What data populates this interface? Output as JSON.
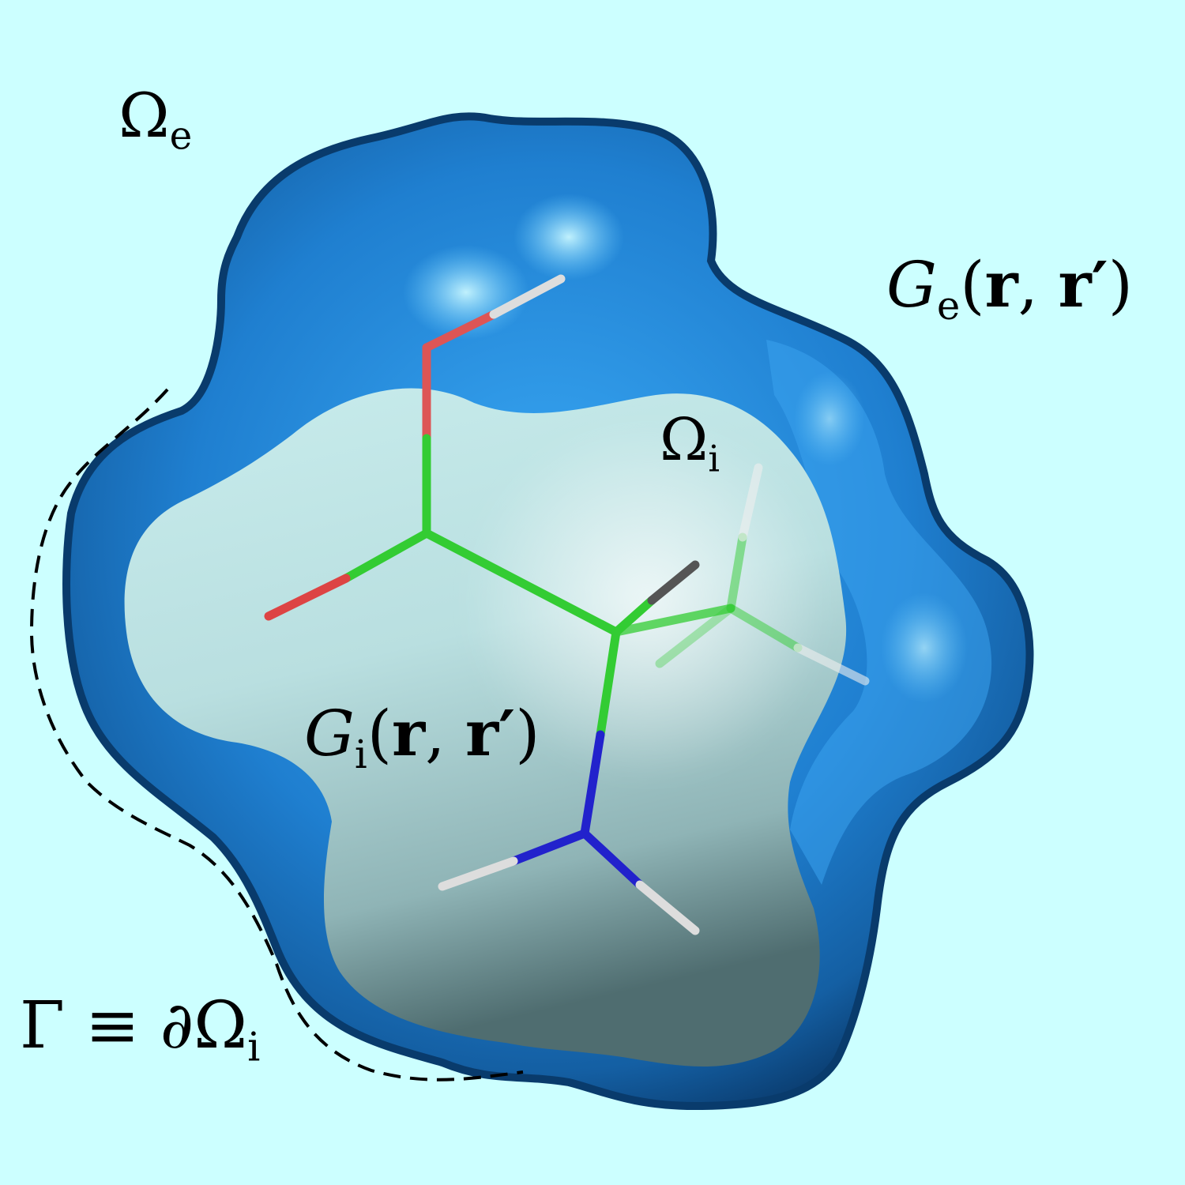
{
  "colors": {
    "background": "#ccffff",
    "surface_edge": "#0b4f8f",
    "surface_mid": "#1f7fd0",
    "surface_highlight": "#6fd0ff",
    "interior": "#bfe6e6",
    "interior_shadow": "#5c7f82",
    "carbon": "#33cc33",
    "oxygen": "#dd4444",
    "nitrogen": "#2222cc",
    "hydrogen": "#dddddd"
  },
  "labels": {
    "omega_e": {
      "sym": "Ω",
      "sub": "e"
    },
    "omega_i": {
      "sym": "Ω",
      "sub": "i"
    },
    "g_e": {
      "sym": "G",
      "sub": "e",
      "args_open": "(",
      "r": "r",
      "sep": ", ",
      "rp": "r′",
      "args_close": ")"
    },
    "g_i": {
      "sym": "G",
      "sub": "i",
      "args_open": "(",
      "r": "r",
      "sep": ", ",
      "rp": "r′",
      "args_close": ")"
    },
    "gamma": {
      "lhs": "Γ ≡ ",
      "partial": "∂",
      "sym": "Ω",
      "sub": "i"
    }
  },
  "icons": {
    "molecule": "ball-and-stick-molecule-icon",
    "surface": "molecular-surface-icon"
  }
}
